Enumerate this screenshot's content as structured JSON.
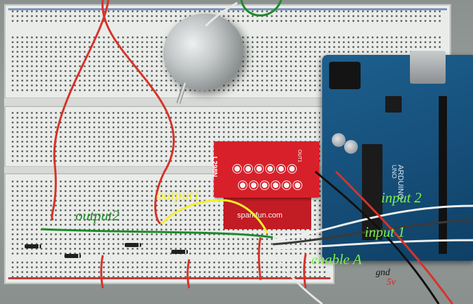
{
  "photo": {
    "annotations": {
      "output1": "output1",
      "output2": "output2",
      "input2": "input 2",
      "input1": "input 1",
      "enableA": "enable A",
      "gnd": "gnd",
      "fivev": "5v"
    },
    "pcb_text": {
      "part": "L298N",
      "brand": "sparkfun.com",
      "pin_out1": "OUT1"
    },
    "arduino_text": {
      "name": "ARDUINO",
      "uno": "UNO"
    },
    "colors": {
      "output1": "#f4f02a",
      "output2": "#1d8a2a",
      "inputs": "#7cf04a",
      "gnd": "#111111",
      "fivev": "#e02020",
      "pcb": "#d8202a",
      "arduino": "#16507b"
    }
  }
}
